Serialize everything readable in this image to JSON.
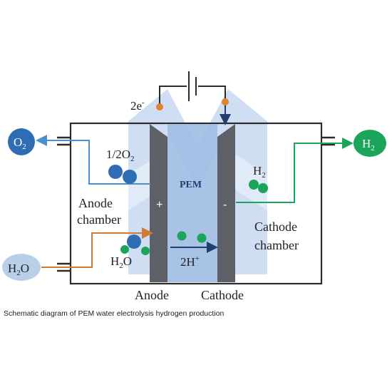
{
  "diagram": {
    "electrons": {
      "text": "2e",
      "sup": "-"
    },
    "pem": "PEM",
    "o2": {
      "base": "O",
      "sub": "2"
    },
    "h2_out": {
      "base": "H",
      "sub": "2"
    },
    "half_o2": {
      "base": "1/2O",
      "sub": "2"
    },
    "h2_cathode": {
      "base": "H",
      "sub": "2"
    },
    "anode_chamber": [
      "Anode",
      "chamber"
    ],
    "cathode_chamber": [
      "Cathode",
      "chamber"
    ],
    "h2o_in": {
      "base": "H",
      "sub": "2",
      "tail": "O"
    },
    "h2o_anode": {
      "base": "H",
      "sub": "2",
      "tail": "O"
    },
    "protons": {
      "text": "2H",
      "sup": "+"
    },
    "plus": "+",
    "minus": "-",
    "anode": "Anode",
    "cathode": "Cathode",
    "colors": {
      "oxygen": "#2e6db4",
      "hydrogen": "#1aa55a",
      "water": "#b9cfe8",
      "electron": "#e2832e",
      "inlet": "#d07a34",
      "membrane": "#9ebde3"
    }
  },
  "caption": "Schematic diagram of PEM water electrolysis hydrogen production"
}
